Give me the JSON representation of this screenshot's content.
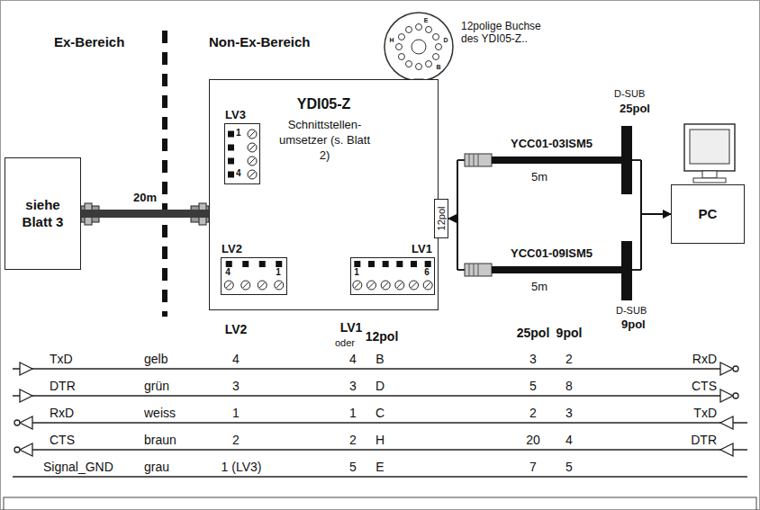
{
  "diagram": {
    "nodes": [
      {
        "text": [
          "siehe Blatt 3"
        ]
      },
      {
        "text": [
          "YDI05-Z",
          "Schnittstellen- umsetzer (s. Blatt 2)"
        ]
      },
      {
        "text": [
          "LV3"
        ],
        "in": 1
      },
      {
        "text": [
          "LV2"
        ],
        "in": 1
      },
      {
        "text": [
          "LV1"
        ],
        "in": 1
      },
      {
        "text": [
          "12pol"
        ],
        "in": 1
      },
      {
        "text": [
          "PC"
        ]
      }
    ],
    "edges": [
      {
        "from": 0,
        "to": 1,
        "arrow": "none",
        "label": "20m"
      },
      {
        "from": 5,
        "to": 6,
        "arrow": "both"
      }
    ],
    "labels": [
      "Ex-Bereich",
      "Non-Ex-Bereich",
      "12polige Buchse des YDI05-Z..",
      "E",
      "H",
      "D",
      "B",
      "D-SUB",
      "25pol",
      "YCC01-03ISM5",
      "5m",
      "YCC01-09ISM5",
      "5m",
      "D-SUB",
      "9pol",
      "1",
      "4",
      "4",
      "1",
      "1",
      "6",
      "LV2",
      "LV1",
      "oder",
      "12pol",
      "25pol",
      "9pol",
      "TxD",
      "gelb",
      "4",
      "4",
      "B",
      "3",
      "2",
      "RxD",
      "DTR",
      "grün",
      "3",
      "3",
      "D",
      "5",
      "8",
      "CTS",
      "RxD",
      "weiss",
      "1",
      "1",
      "C",
      "2",
      "3",
      "TxD",
      "CTS",
      "braun",
      "2",
      "2",
      "H",
      "20",
      "4",
      "DTR",
      "Signal_GND",
      "grau",
      "1 (LV3)",
      "5",
      "E",
      "7",
      "5"
    ]
  }
}
